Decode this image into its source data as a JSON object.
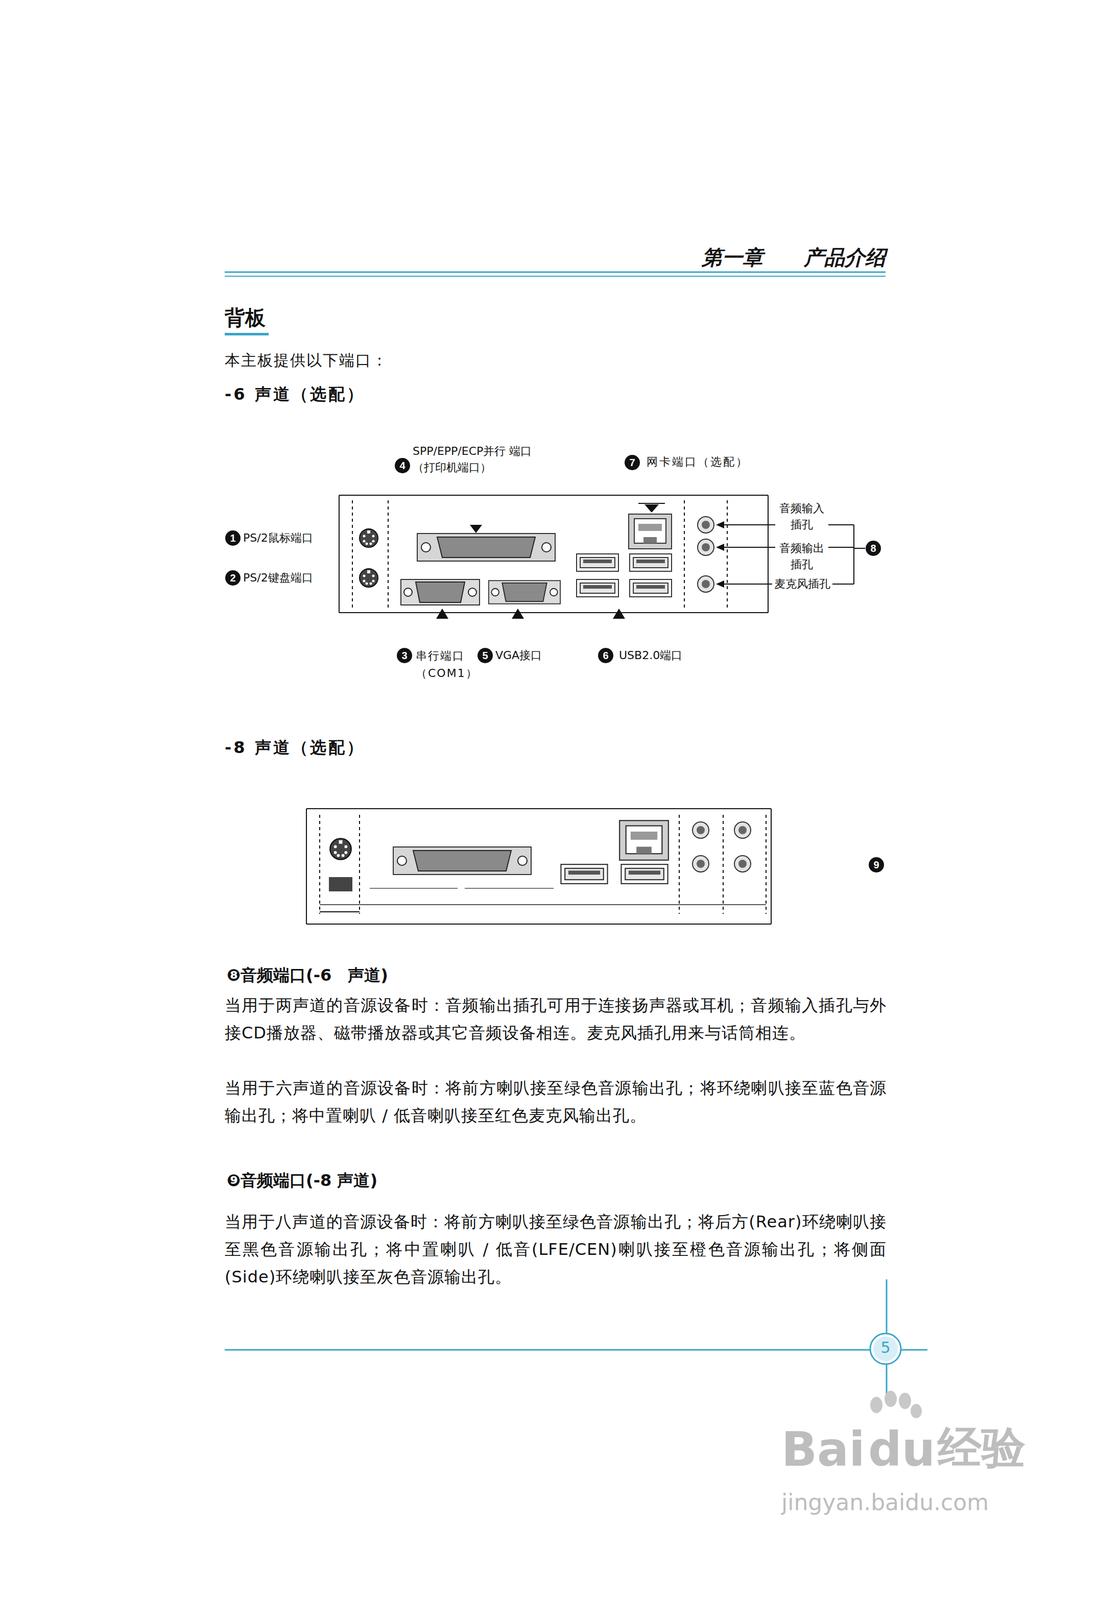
{
  "diagram": {
    "title": "背板",
    "labels": [
      "第一章　　产品介绍",
      "本主板提供以下端口：",
      "-6 声道（选配）",
      "4",
      "SPP/EPP/ECP并行 端口（打印机端口）",
      "7",
      "网卡端口（选配）",
      "1",
      "PS/2鼠标端口",
      "2",
      "PS/2键盘端口",
      "音频输入 插孔",
      "音频输出 插孔",
      "麦克风插孔",
      "8",
      "3",
      "串行端口 （COM1）",
      "5",
      "VGA接口",
      "6",
      "USB2.0端口",
      "-8 声道（选配）",
      "9",
      "❽音频端口(-6　声道)",
      "当用于两声道的音源设备时：音频输出插孔可用于连接扬声器或耳机；音频输入插孔与外接CD播放器、磁带播放器或其它音频设备相连。麦克风插孔用来与话筒相连。",
      "当用于六声道的音源设备时：将前方喇叭接至绿色音源输出孔；将环绕喇叭接至蓝色音源输出孔；将中置喇叭 / 低音喇叭接至红色麦克风输出孔。",
      "❾音频端口(-8 声道)",
      "当用于八声道的音源设备时：将前方喇叭接至绿色音源输出孔；将后方(Rear)环绕喇叭接至黑色音源输出孔；将中置喇叭 / 低音(LFE/CEN)喇叭接至橙色音源输出孔；将侧面(Side)环绕喇叭接至灰色音源输出孔。",
      "5",
      "Bai",
      "du",
      "经验",
      "jingyan.baidu.com"
    ]
  }
}
